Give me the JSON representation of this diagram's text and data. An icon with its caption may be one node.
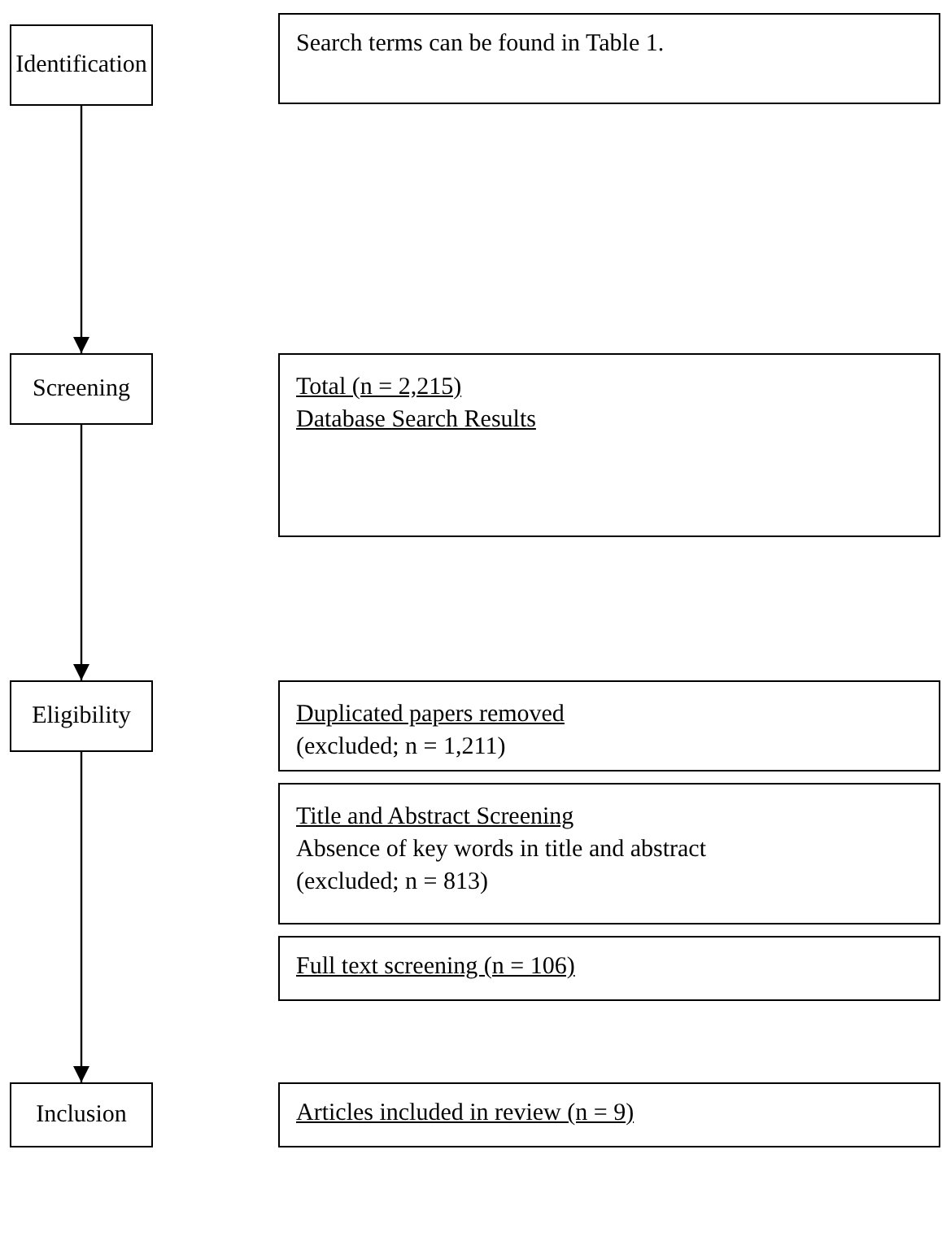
{
  "diagram": {
    "nodes": [
      {
        "text": [
          "Identification"
        ]
      },
      {
        "text": [
          "Search terms can be found in Table 1."
        ]
      },
      {
        "text": [
          "Screening"
        ]
      },
      {
        "text": [
          "Total (n = 2,215)",
          "Database Search Results"
        ]
      },
      {
        "text": [
          "Eligibility"
        ]
      },
      {
        "text": [
          "Duplicated papers removed",
          "(excluded; n = 1,211)"
        ]
      },
      {
        "text": [
          "Title and Abstract Screening",
          "Absence of key words in title and abstract (excluded; n = 813)"
        ]
      },
      {
        "text": [
          "Full text screening (n = 106)"
        ]
      },
      {
        "text": [
          "Inclusion"
        ]
      },
      {
        "text": [
          "Articles included in review (n = 9)"
        ]
      }
    ],
    "edges": [
      {
        "from": 0,
        "to": 2,
        "arrow": "to"
      },
      {
        "from": 2,
        "to": 4,
        "arrow": "to"
      },
      {
        "from": 4,
        "to": 8,
        "arrow": "to"
      }
    ]
  }
}
